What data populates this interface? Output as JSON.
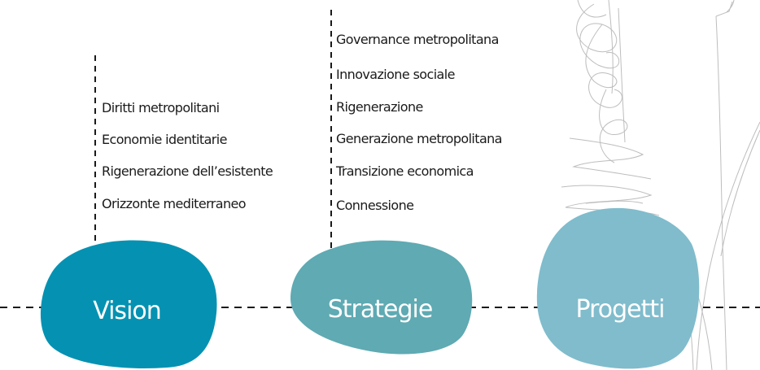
{
  "colors": {
    "vision": "#0592b2",
    "strategie": "#5faab3",
    "progetti": "#80bccc",
    "line": "#1a1a1a",
    "sketch": "#bdbdbd"
  },
  "stages": [
    {
      "id": "vision",
      "label": "Vision",
      "items": [
        "Diritti metropolitani",
        "Economie identitarie",
        "Rigenerazione dell’esistente",
        "Orizzonte mediterraneo"
      ]
    },
    {
      "id": "strategie",
      "label": "Strategie",
      "items": [
        "Governance metropolitana",
        "Innovazione sociale",
        "Rigenerazione",
        "Generazione metropolitana",
        "Transizione economica",
        "Connessione"
      ]
    },
    {
      "id": "progetti",
      "label": "Progetti",
      "items": []
    }
  ]
}
